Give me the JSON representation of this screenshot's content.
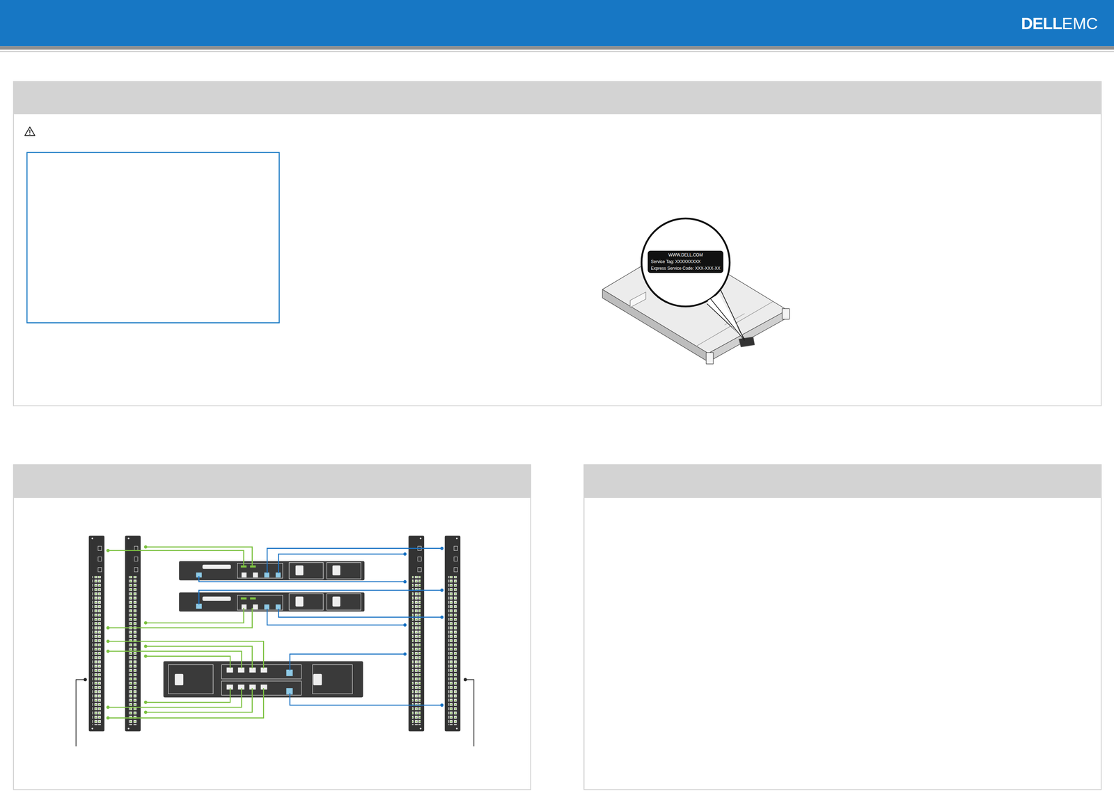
{
  "diagram": {
    "nodes": [
      {
        "text": [
          "WWW.DELL.COM",
          "Service Tag: XXXXXXXXX",
          "Express Service Code: XXX-XXX-XX"
        ]
      }
    ],
    "labels": [
      "DELL",
      "EMC"
    ]
  }
}
